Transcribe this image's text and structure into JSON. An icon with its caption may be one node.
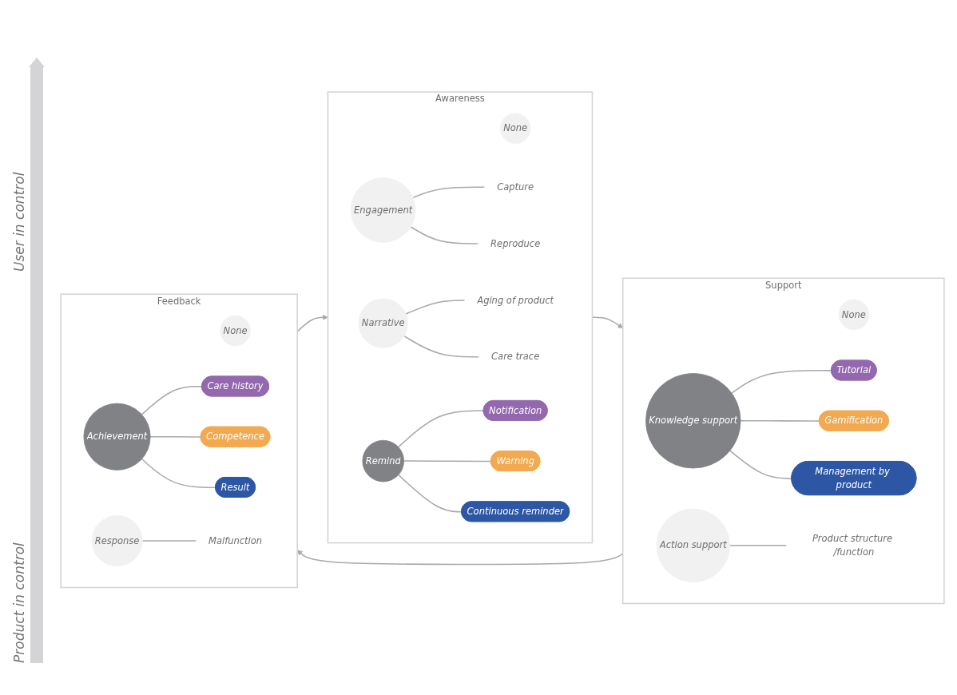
{
  "diagram": {
    "nodes": [
      {
        "text": [
          "Awareness"
        ]
      },
      {
        "text": [
          "None"
        ],
        "in": 0
      },
      {
        "text": [
          "Engagement"
        ],
        "in": 0
      },
      {
        "text": [
          "Capture"
        ],
        "in": 0
      },
      {
        "text": [
          "Reproduce"
        ],
        "in": 0
      },
      {
        "text": [
          "Narrative"
        ],
        "in": 0
      },
      {
        "text": [
          "Aging of product"
        ],
        "in": 0
      },
      {
        "text": [
          "Care trace"
        ],
        "in": 0
      },
      {
        "text": [
          "Remind"
        ],
        "in": 0
      },
      {
        "text": [
          "Notification"
        ],
        "in": 0
      },
      {
        "text": [
          "Warning"
        ],
        "in": 0
      },
      {
        "text": [
          "Continuous reminder"
        ],
        "in": 0
      },
      {
        "text": [
          "Support"
        ]
      },
      {
        "text": [
          "None"
        ],
        "in": 12
      },
      {
        "text": [
          "Knowledge support"
        ],
        "in": 12
      },
      {
        "text": [
          "Tutorial"
        ],
        "in": 12
      },
      {
        "text": [
          "Gamification"
        ],
        "in": 12
      },
      {
        "text": [
          "Management by product"
        ],
        "in": 12
      },
      {
        "text": [
          "Action support"
        ],
        "in": 12
      },
      {
        "text": [
          "Product structure /function"
        ],
        "in": 12
      },
      {
        "text": [
          "Feedback"
        ]
      },
      {
        "text": [
          "None"
        ],
        "in": 20
      },
      {
        "text": [
          "Achievement"
        ],
        "in": 20
      },
      {
        "text": [
          "Care history"
        ],
        "in": 20
      },
      {
        "text": [
          "Competence"
        ],
        "in": 20
      },
      {
        "text": [
          "Result"
        ],
        "in": 20
      },
      {
        "text": [
          "Response"
        ],
        "in": 20
      },
      {
        "text": [
          "Malfunction"
        ],
        "in": 20
      }
    ],
    "edges": [
      {
        "from": 0,
        "to": 12,
        "arrow": "to"
      },
      {
        "from": 12,
        "to": 20,
        "arrow": "to"
      },
      {
        "from": 20,
        "to": 0,
        "arrow": "to"
      },
      {
        "from": 2,
        "to": 3,
        "arrow": "none"
      },
      {
        "from": 2,
        "to": 4,
        "arrow": "none"
      },
      {
        "from": 5,
        "to": 6,
        "arrow": "none"
      },
      {
        "from": 5,
        "to": 7,
        "arrow": "none"
      },
      {
        "from": 8,
        "to": 9,
        "arrow": "none"
      },
      {
        "from": 8,
        "to": 10,
        "arrow": "none"
      },
      {
        "from": 8,
        "to": 11,
        "arrow": "none"
      },
      {
        "from": 14,
        "to": 15,
        "arrow": "none"
      },
      {
        "from": 14,
        "to": 16,
        "arrow": "none"
      },
      {
        "from": 14,
        "to": 17,
        "arrow": "none"
      },
      {
        "from": 18,
        "to": 19,
        "arrow": "none"
      },
      {
        "from": 22,
        "to": 23,
        "arrow": "none"
      },
      {
        "from": 22,
        "to": 24,
        "arrow": "none"
      },
      {
        "from": 22,
        "to": 25,
        "arrow": "none"
      },
      {
        "from": 26,
        "to": 27,
        "arrow": "none"
      }
    ],
    "labels": [
      "User in control",
      "Product in control"
    ]
  }
}
